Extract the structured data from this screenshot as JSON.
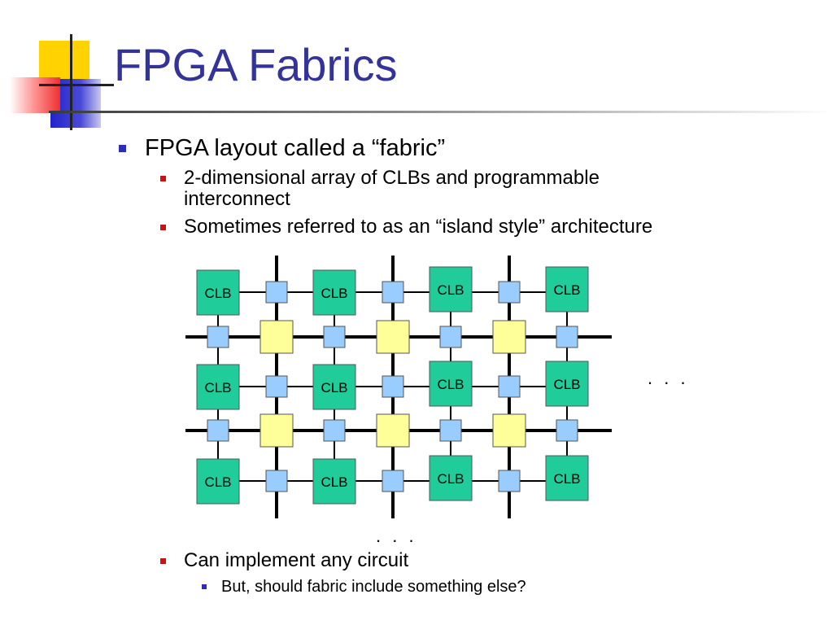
{
  "slide": {
    "title": "FPGA Fabrics",
    "bullets": {
      "b1": "FPGA layout called a “fabric”",
      "b1_1": "2-dimensional array of CLBs and programmable interconnect",
      "b1_2": "Sometimes referred to as an “island style” architecture",
      "b2": "Can implement any circuit",
      "b2_1": "But, should fabric include something else?"
    }
  },
  "fabric": {
    "clb_label": "CLB",
    "rows": 3,
    "cols": 4,
    "continuation_right": ". . .",
    "continuation_bottom": ". . ."
  },
  "colors": {
    "title": "#33339a",
    "clb": "#1fcc9a",
    "connection_box": "#99ccff",
    "switch_box": "#ffff99",
    "wire": "#000000"
  }
}
